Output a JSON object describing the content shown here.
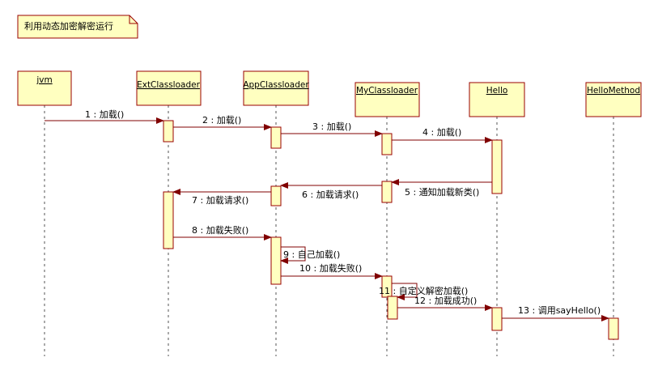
{
  "note": {
    "text": "利用动态加密解密运行"
  },
  "lifelines": [
    {
      "name": "jvm"
    },
    {
      "name": "ExtClassloader"
    },
    {
      "name": "AppClassloader"
    },
    {
      "name": "MyClassloader"
    },
    {
      "name": "Hello"
    },
    {
      "name": "HelloMethod"
    }
  ],
  "messages": [
    {
      "label": "1 : 加载()",
      "from": 0,
      "to": 1
    },
    {
      "label": "2 : 加载()",
      "from": 1,
      "to": 2
    },
    {
      "label": "3 : 加载()",
      "from": 2,
      "to": 3
    },
    {
      "label": "4 : 加载()",
      "from": 3,
      "to": 4
    },
    {
      "label": "5 : 通知加载新类()",
      "from": 4,
      "to": 3
    },
    {
      "label": "6 : 加载请求()",
      "from": 3,
      "to": 2
    },
    {
      "label": "7 : 加载请求()",
      "from": 2,
      "to": 1
    },
    {
      "label": "8 : 加载失败()",
      "from": 1,
      "to": 2
    },
    {
      "label": "9 : 自己加载()",
      "from": 2,
      "to": 2
    },
    {
      "label": "10 : 加载失败()",
      "from": 2,
      "to": 3
    },
    {
      "label": "11 : 自定义解密加载()",
      "from": 3,
      "to": 3
    },
    {
      "label": "12 : 加载成功()",
      "from": 3,
      "to": 4
    },
    {
      "label": "13 : 调用sayHello()",
      "from": 4,
      "to": 5
    }
  ],
  "colors": {
    "box_fill": "#ffffc0",
    "box_border": "#990000",
    "arrow": "#800000",
    "lifeline": "#555555"
  }
}
